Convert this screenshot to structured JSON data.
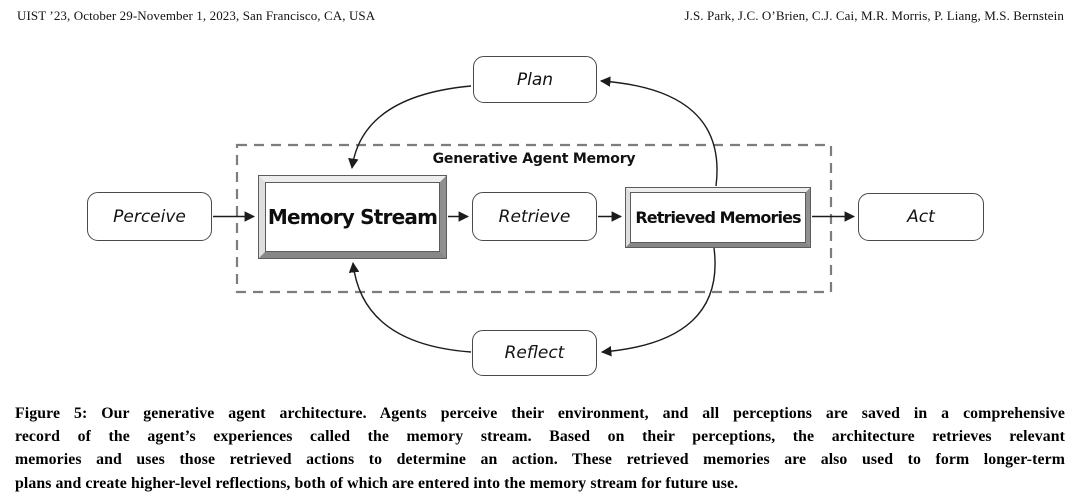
{
  "header": {
    "left": "UIST ’23, October 29-November 1, 2023, San Francisco, CA, USA",
    "right": "J.S. Park, J.C. O’Brien, C.J. Cai, M.R. Morris, P. Liang, M.S. Bernstein"
  },
  "diagram": {
    "region_label": "Generative Agent Memory",
    "nodes": {
      "plan": "Plan",
      "perceive": "Perceive",
      "memory_stream": "Memory Stream",
      "retrieve": "Retrieve",
      "retrieved_memories": "Retrieved Memories",
      "act": "Act",
      "reflect": "Reflect"
    },
    "edges": [
      {
        "from": "Perceive",
        "to": "Memory Stream",
        "style": "straight"
      },
      {
        "from": "Memory Stream",
        "to": "Retrieve",
        "style": "straight"
      },
      {
        "from": "Retrieve",
        "to": "Retrieved Memories",
        "style": "straight"
      },
      {
        "from": "Retrieved Memories",
        "to": "Act",
        "style": "straight"
      },
      {
        "from": "Retrieved Memories",
        "to": "Plan",
        "style": "curved"
      },
      {
        "from": "Plan",
        "to": "Memory Stream",
        "style": "curved"
      },
      {
        "from": "Retrieved Memories",
        "to": "Reflect",
        "style": "curved"
      },
      {
        "from": "Reflect",
        "to": "Memory Stream",
        "style": "curved"
      }
    ],
    "colors": {
      "arrow": "#1c1c1c",
      "box_border": "#4a4a4a",
      "dashed_border": "#7d7d7d",
      "bevel_light": "#ededed",
      "bevel_dark": "#8a8a8a",
      "background": "#ffffff"
    }
  },
  "caption": {
    "lines": [
      "Figure 5: Our generative agent architecture. Agents perceive their environment, and all perceptions are saved in a comprehensive",
      "record of the agent’s experiences called the memory stream. Based on their perceptions, the architecture retrieves relevant",
      "memories and uses those retrieved actions to determine an action. These retrieved memories are also used to form longer-term",
      "plans and create higher-level reflections, both of which are entered into the memory stream for future use."
    ]
  }
}
